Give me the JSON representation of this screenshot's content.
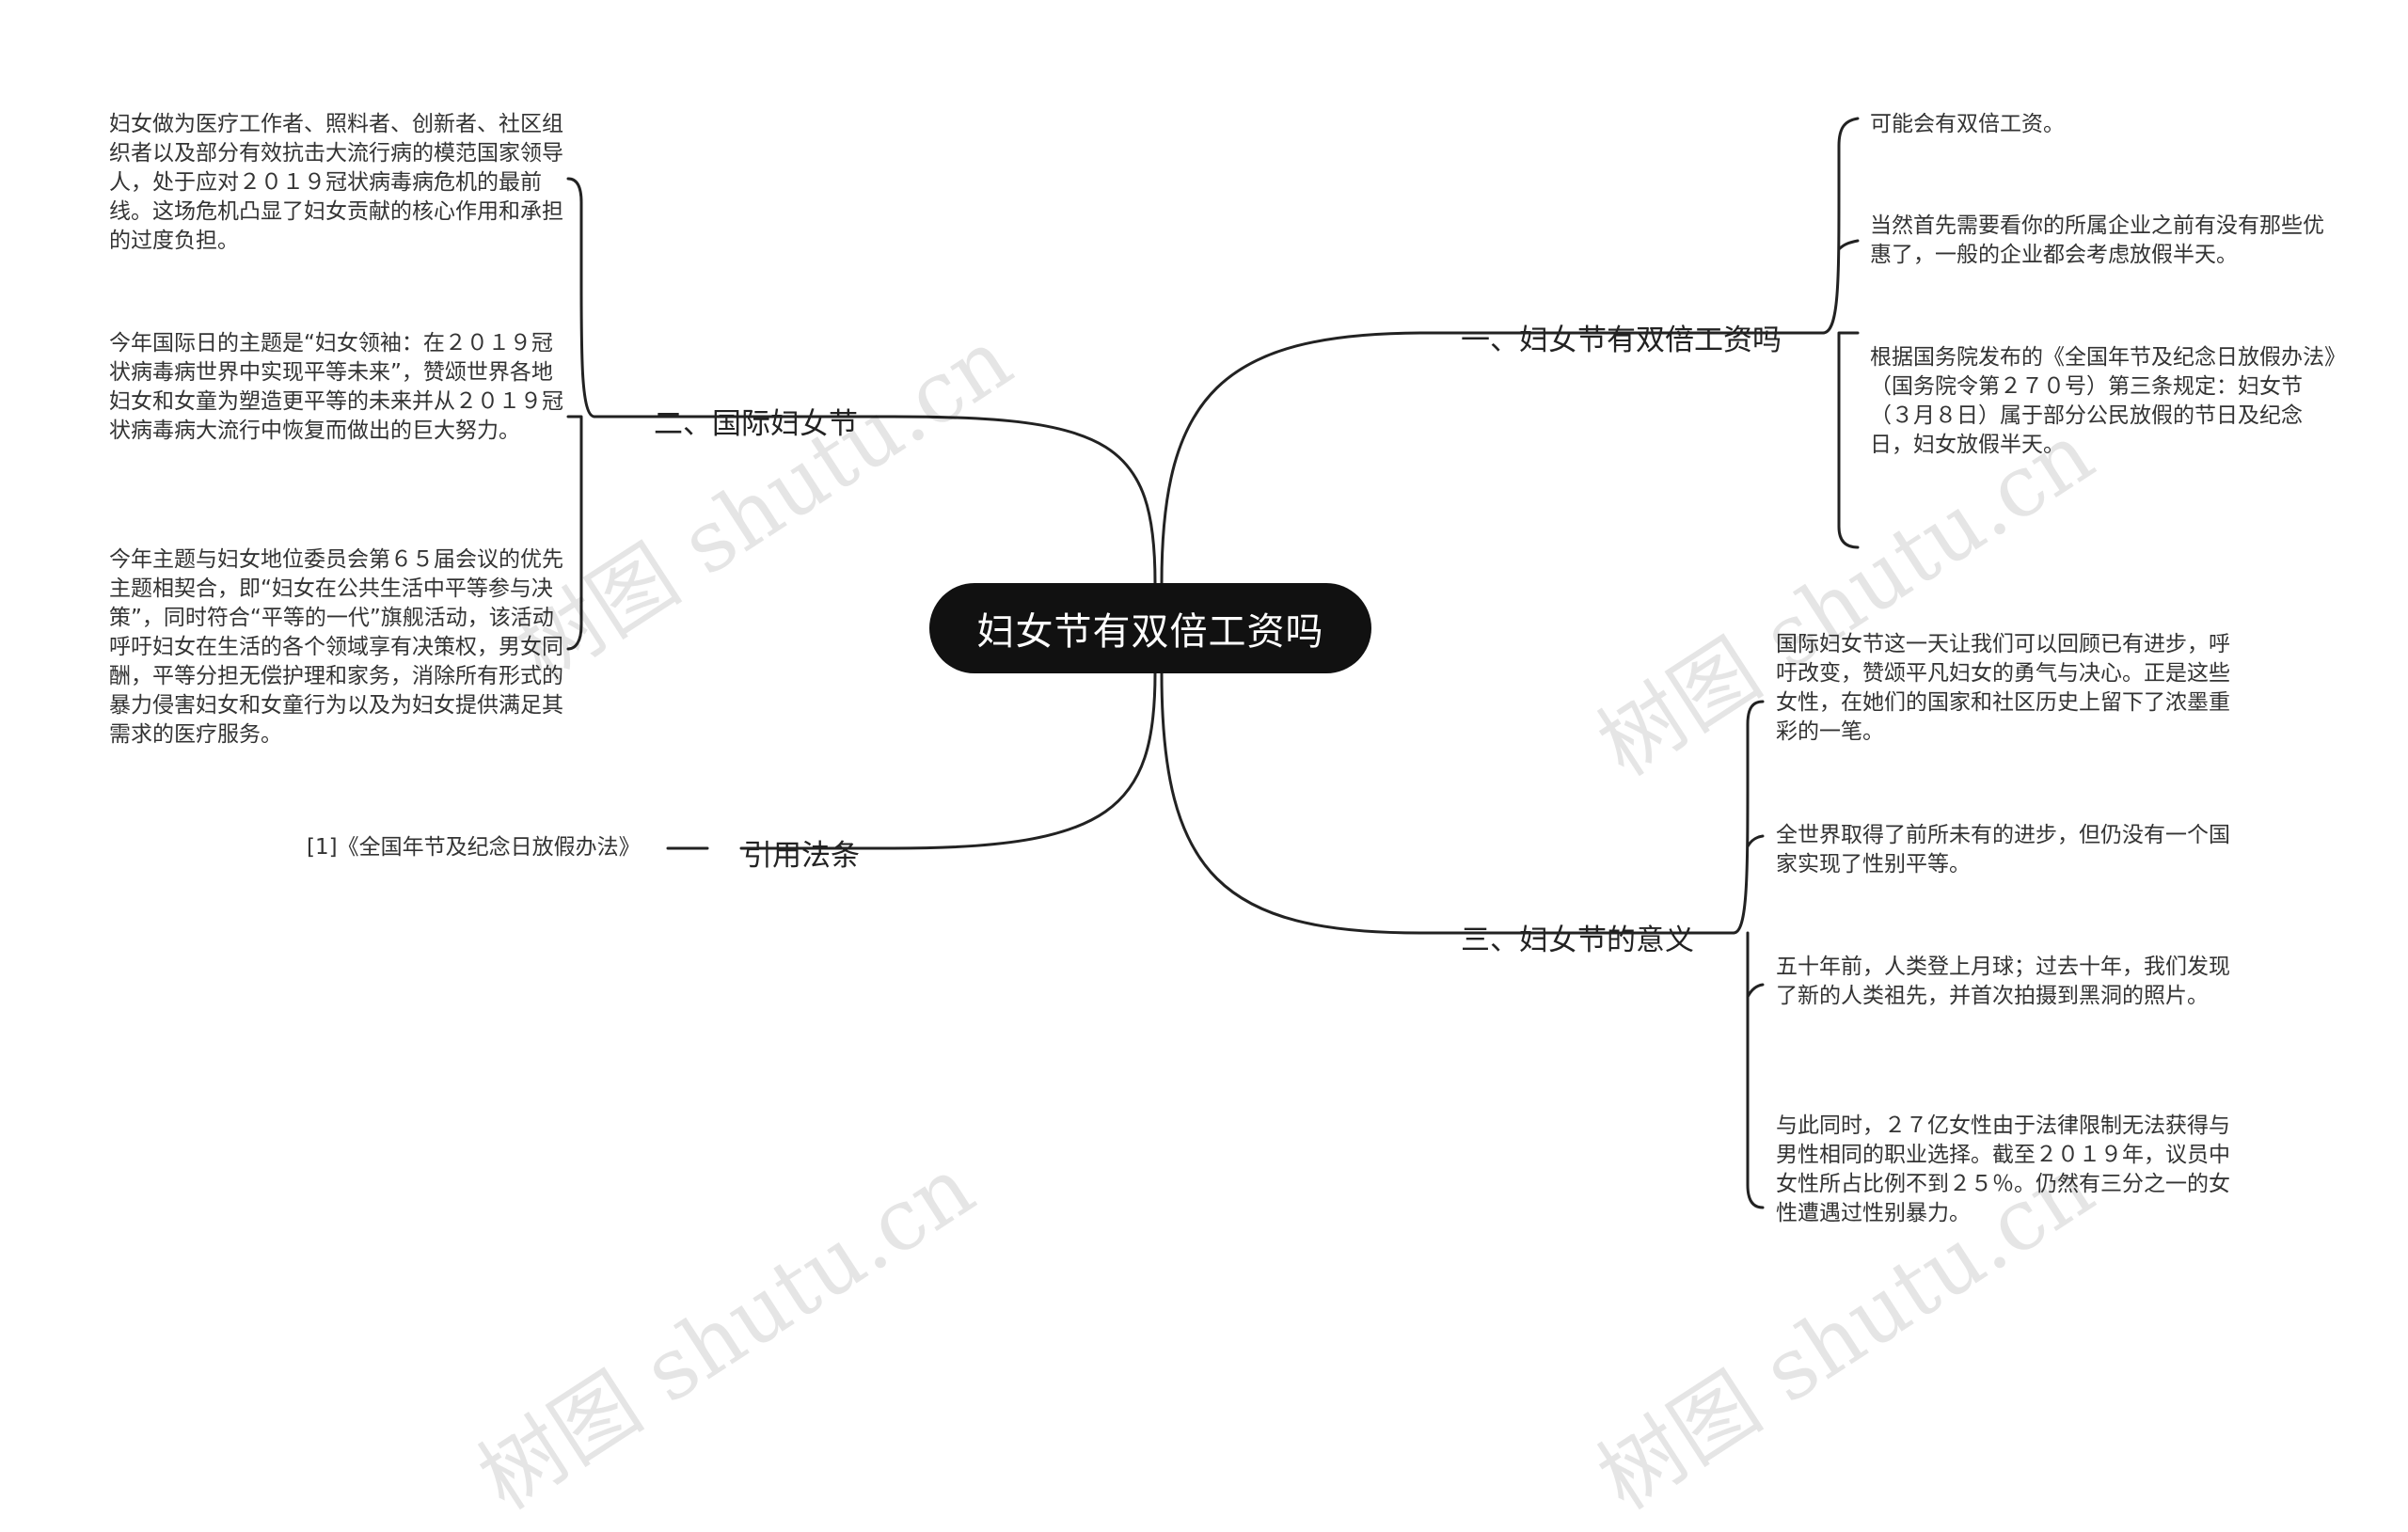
{
  "root": {
    "title": "妇女节有双倍工资吗"
  },
  "branches": [
    {
      "title": "一、妇女节有双倍工资吗",
      "leaves": [
        "可能会有双倍工资。",
        "当然首先需要看你的所属企业之前有没有那些优惠了，一般的企业都会考虑放假半天。",
        "根据国务院发布的《全国年节及纪念日放假办法》（国务院令第２７０号）第三条规定：妇女节（３月８日）属于部分公民放假的节日及纪念日，妇女放假半天。"
      ]
    },
    {
      "title": "二、国际妇女节",
      "leaves": [
        "妇女做为医疗工作者、照料者、创新者、社区组织者以及部分有效抗击大流行病的模范国家领导人，处于应对２０１９冠状病毒病危机的最前线。这场危机凸显了妇女贡献的核心作用和承担的过度负担。",
        "今年国际日的主题是“妇女领袖：在２０１９冠状病毒病世界中实现平等未来”，赞颂世界各地妇女和女童为塑造更平等的未来并从２０１９冠状病毒病大流行中恢复而做出的巨大努力。",
        "今年主题与妇女地位委员会第６５届会议的优先主题相契合，即“妇女在公共生活中平等参与决策”，同时符合“平等的一代”旗舰活动，该活动呼吁妇女在生活的各个领域享有决策权，男女同酬，平等分担无偿护理和家务，消除所有形式的暴力侵害妇女和女童行为以及为妇女提供满足其需求的医疗服务。"
      ]
    },
    {
      "title": "三、妇女节的意义",
      "leaves": [
        "国际妇女节这一天让我们可以回顾已有进步，呼吁改变，赞颂平凡妇女的勇气与决心。正是这些女性，在她们的国家和社区历史上留下了浓墨重彩的一笔。",
        "全世界取得了前所未有的进步，但仍没有一个国家实现了性别平等。",
        "五十年前，人类登上月球；过去十年，我们发现了新的人类祖先，并首次拍摄到黑洞的照片。",
        "与此同时，２７亿女性由于法律限制无法获得与男性相同的职业选择。截至２０１９年，议员中女性所占比例不到２５％。仍然有三分之一的女性遭遇过性别暴力。"
      ]
    },
    {
      "title": "引用法条",
      "leaves": [
        "[1]《全国年节及纪念日放假办法》"
      ]
    }
  ],
  "watermark": [
    "树图 shutu.cn",
    "树图 shutu.cn",
    "树图 shutu.cn",
    "树图 shutu.cn"
  ]
}
